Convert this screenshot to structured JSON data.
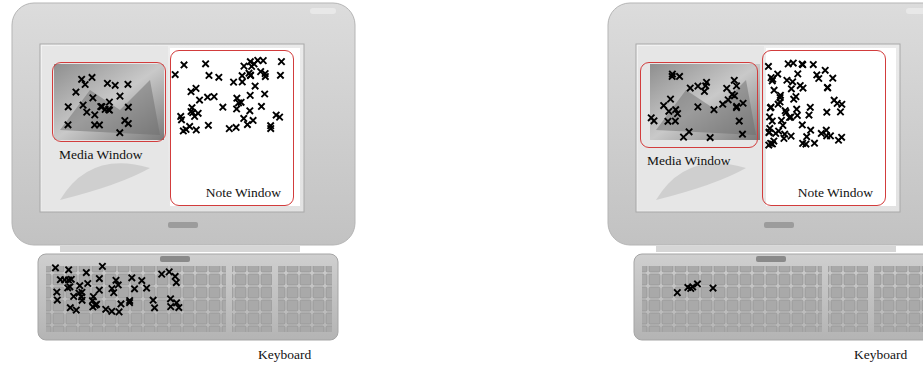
{
  "diagram": {
    "nodes": [
      {
        "text": [
          "Media Window"
        ]
      },
      {
        "text": [
          "Note Window"
        ]
      },
      {
        "text": [
          "Media Window"
        ]
      },
      {
        "text": [
          "Note Window"
        ]
      }
    ],
    "labels": [
      "Keyboard",
      "Keyboard"
    ]
  }
}
